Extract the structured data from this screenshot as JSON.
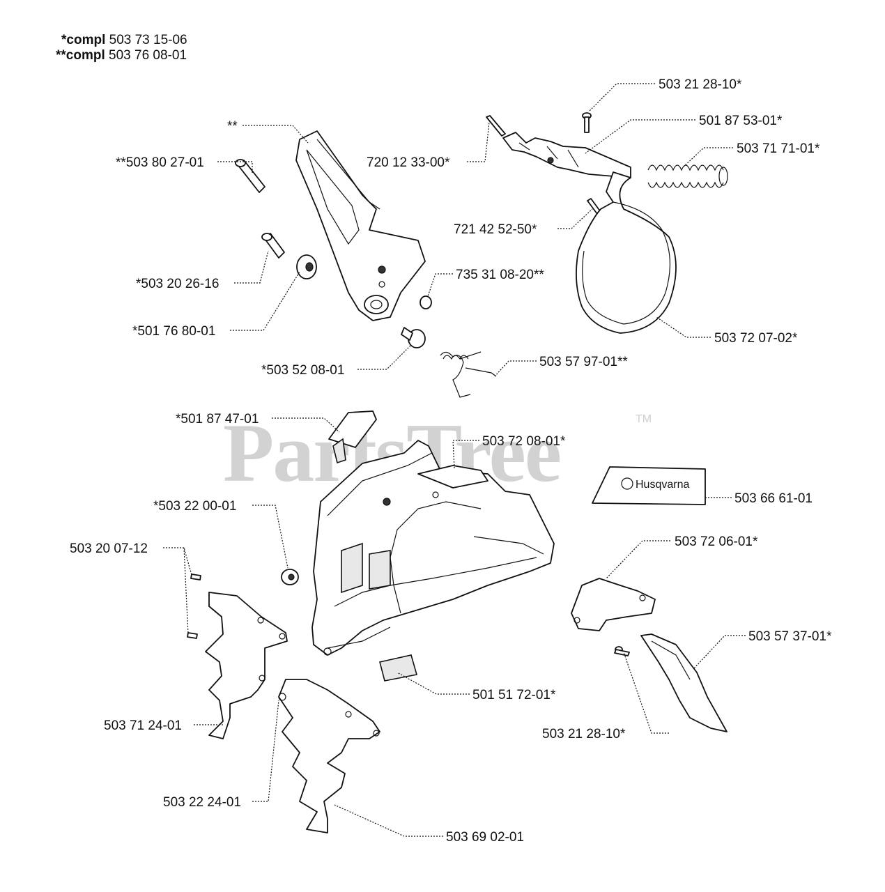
{
  "header": {
    "line1_prefix": "*compl",
    "line1_number": " 503 73 15-06",
    "line2_prefix": "**compl",
    "line2_number": " 503 76 08-01"
  },
  "watermark": {
    "text": "PartsTree",
    "tm": "TM"
  },
  "decal_text": "Husqvarna",
  "labels": {
    "l_503212810_top": "503 21 28-10*",
    "l_501875301": "501 87 53-01*",
    "l_503717101": "503 71 71-01*",
    "l_stars": "**",
    "l_503802701": "**503 80 27-01",
    "l_720123300": "720 12 33-00*",
    "l_721425250": "721 42 52-50*",
    "l_735310820": "735 31 08-20**",
    "l_50320261": "*503 20 26-16",
    "l_501768001": "*501 76 80-01",
    "l_503720702": "503 72 07-02*",
    "l_503520801": "*503 52 08-01",
    "l_503579701": "503 57 97-01**",
    "l_501874701": "*501 87 47-01",
    "l_503720801": "503 72 08-01*",
    "l_503666101": "503 66 61-01",
    "l_503220001": "*503 22 00-01",
    "l_503200712": "503 20 07-12",
    "l_503720601": "503 72 06-01*",
    "l_503573701": "503 57 37-01*",
    "l_501517201": "501 51 72-01*",
    "l_503712401": "503 71 24-01",
    "l_503212810_bot": "503 21 28-10*",
    "l_503222401": "503 22 24-01",
    "l_503690201": "503 69 02-01"
  }
}
